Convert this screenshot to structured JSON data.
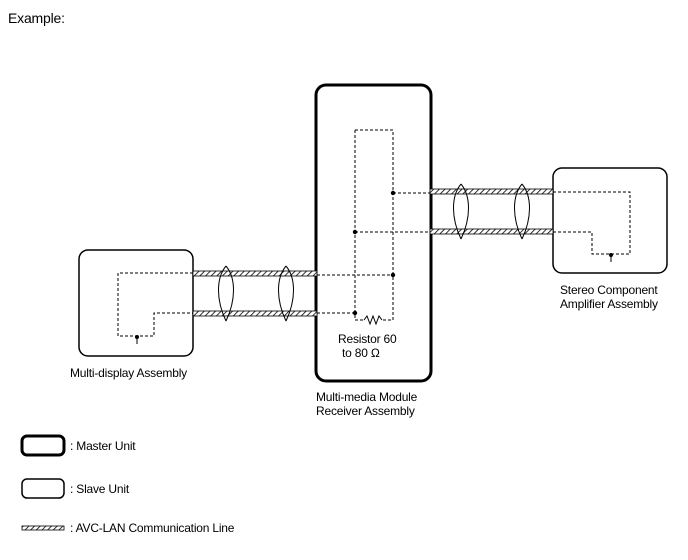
{
  "title": "Example:",
  "units": {
    "master": {
      "line1": "Multi-media Module",
      "line2": "Receiver Assembly"
    },
    "left_slave": {
      "line1": "Multi-display Assembly"
    },
    "right_slave": {
      "line1": "Stereo Component",
      "line2": "Amplifier Assembly"
    }
  },
  "resistor": {
    "line1": "Resistor 60",
    "line2": "to 80 Ω"
  },
  "legend": {
    "master": ": Master Unit",
    "slave": ": Slave Unit",
    "line": ": AVC-LAN Communication Line"
  }
}
